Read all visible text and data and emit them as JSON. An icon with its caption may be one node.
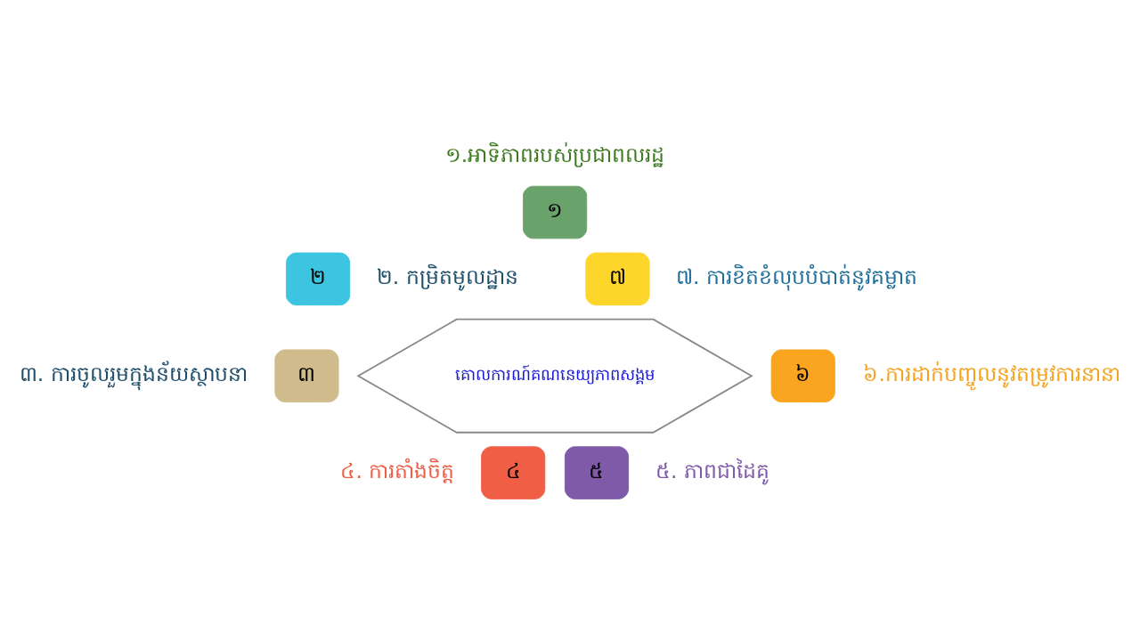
{
  "diagram": {
    "nodes": [
      {
        "text": [
          "គោលការណ៍គណនេយ្យភាពសង្គម"
        ]
      },
      {
        "text": [
          "១"
        ],
        "beside": [
          "១.អាទិភាពរបស់ប្រជាពលរដ្ឋ"
        ]
      },
      {
        "text": [
          "២"
        ],
        "beside": [
          "២. កម្រិតមូលដ្ឋាន"
        ]
      },
      {
        "text": [
          "៣"
        ],
        "beside": [
          "៣. ការចូលរួមក្នុងន័យស្ថាបនា"
        ]
      },
      {
        "text": [
          "៤"
        ],
        "beside": [
          "៤. ការតាំងចិត្ត"
        ]
      },
      {
        "text": [
          "៥"
        ],
        "beside": [
          "៥. ភាពជាដៃគូ"
        ]
      },
      {
        "text": [
          "៦"
        ],
        "beside": [
          "៦.ការដាក់បញ្ចូលនូវតម្រូវការនានា"
        ]
      },
      {
        "text": [
          "៧"
        ],
        "beside": [
          "៧. ការខិតខំលុបបំបាត់នូវគម្លាត"
        ]
      }
    ],
    "edges": []
  }
}
